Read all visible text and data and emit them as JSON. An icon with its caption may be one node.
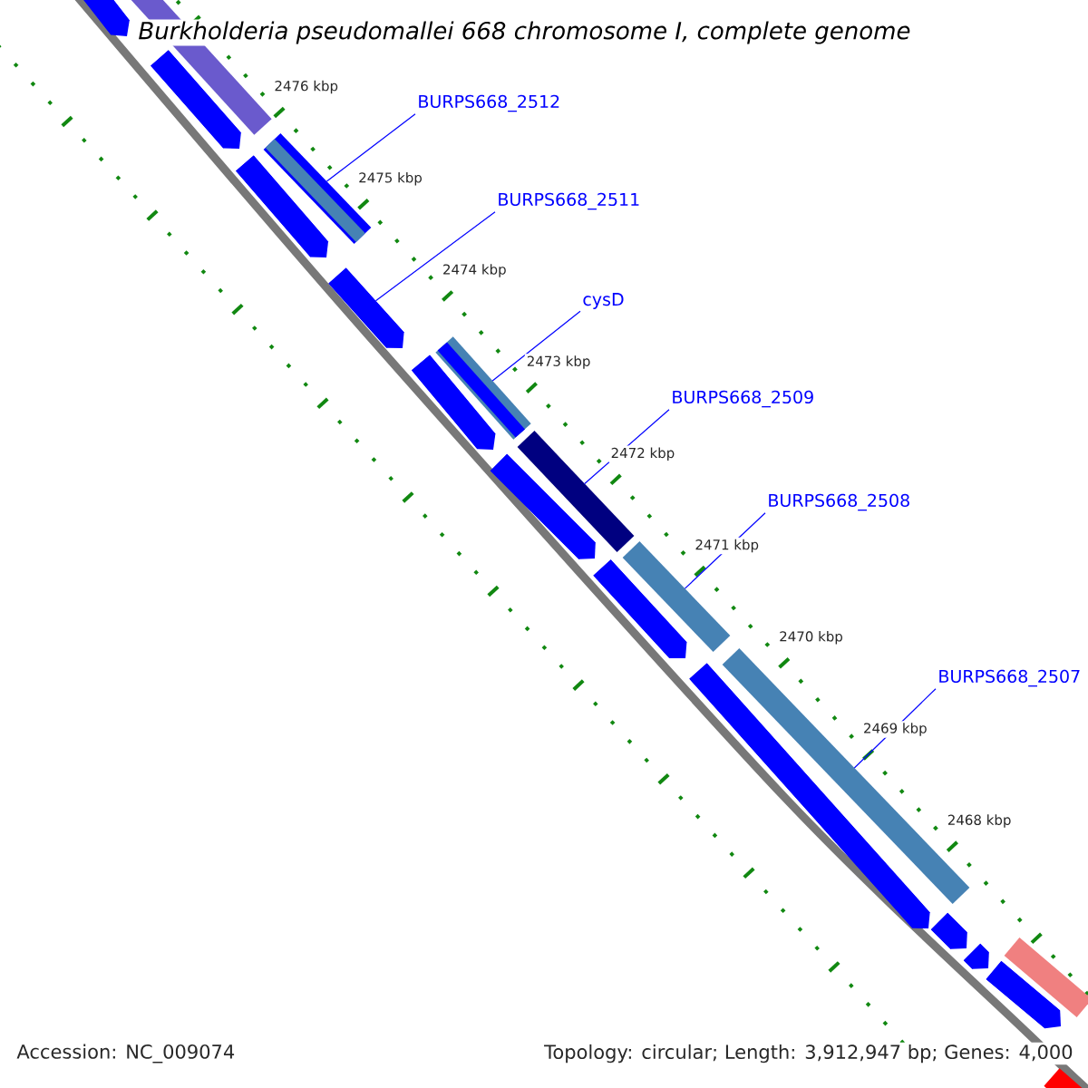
{
  "diagram": {
    "title": "Burkholderia pseudomallei 668 chromosome I, complete genome",
    "nodes": [
      {
        "text": [
          "BURPS668_2512"
        ]
      },
      {
        "text": [
          "BURPS668_2511"
        ]
      },
      {
        "text": [
          "cysD"
        ]
      },
      {
        "text": [
          "BURPS668_2509"
        ]
      },
      {
        "text": [
          "BURPS668_2508"
        ]
      },
      {
        "text": [
          "BURPS668_2507"
        ]
      },
      {
        "text": [],
        "shape": "pentagon"
      },
      {
        "text": [],
        "shape": "bar"
      },
      {
        "text": [],
        "shape": "pentagon"
      },
      {
        "text": [],
        "shape": "bar"
      },
      {
        "text": [],
        "shape": "pentagon"
      },
      {
        "text": [],
        "shape": "pentagon"
      },
      {
        "text": [],
        "shape": "pentagon"
      },
      {
        "text": [],
        "shape": "bar"
      },
      {
        "text": [],
        "shape": "pentagon"
      },
      {
        "text": [],
        "shape": "bar"
      },
      {
        "text": [],
        "shape": "pentagon"
      },
      {
        "text": [],
        "shape": "bar"
      },
      {
        "text": [],
        "shape": "pentagon"
      },
      {
        "text": [],
        "shape": "bar"
      },
      {
        "text": [],
        "shape": "pentagon"
      },
      {
        "text": [],
        "shape": "pentagon"
      },
      {
        "text": [],
        "shape": "bar"
      },
      {
        "text": [],
        "shape": "pentagon"
      },
      {
        "text": [],
        "shape": "bar"
      }
    ],
    "edges": [
      {
        "from": 0,
        "to": 9,
        "arrow": "none"
      },
      {
        "from": 1,
        "to": 11,
        "arrow": "none"
      },
      {
        "from": 2,
        "to": 13,
        "arrow": "none"
      },
      {
        "from": 3,
        "to": 15,
        "arrow": "none"
      },
      {
        "from": 4,
        "to": 17,
        "arrow": "none"
      },
      {
        "from": 5,
        "to": 19,
        "arrow": "none"
      }
    ],
    "labels": [
      "2476 kbp",
      "2475 kbp",
      "2474 kbp",
      "2473 kbp",
      "2472 kbp",
      "2471 kbp",
      "2470 kbp",
      "2469 kbp",
      "2468 kbp",
      "Accession: NC_009074",
      "Topology: circular; Length: 3,912,947 bp; Genes: 4,000"
    ]
  }
}
